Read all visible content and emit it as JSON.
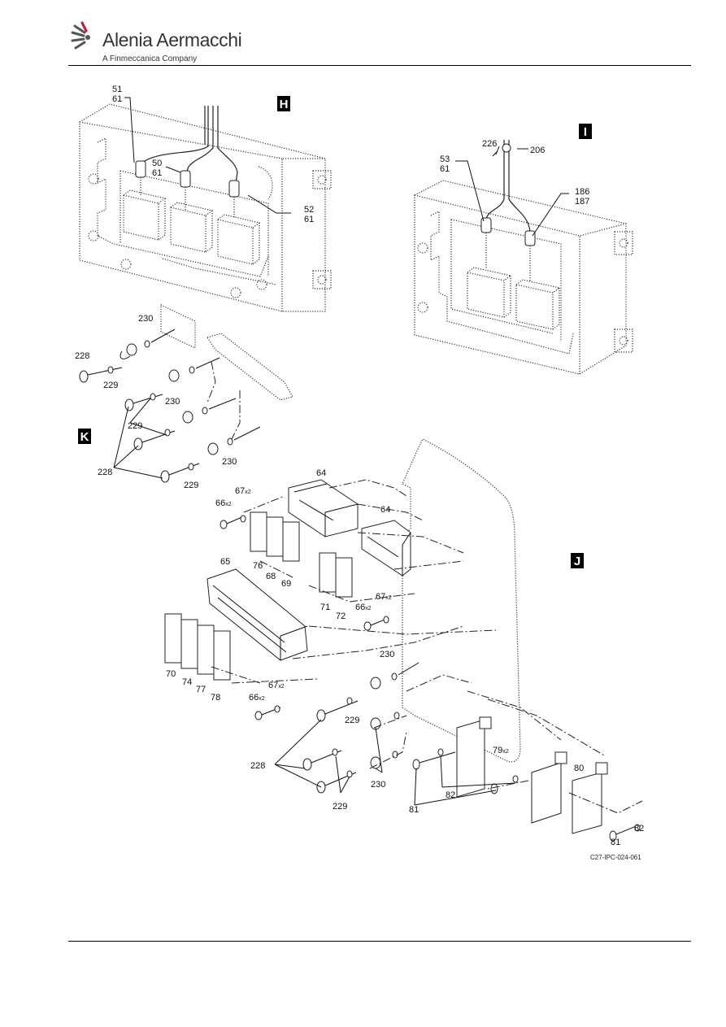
{
  "header": {
    "brand": "Alenia Aermacchi",
    "tagline": "A Finmeccanica Company"
  },
  "view_labels": {
    "H": "H",
    "I": "I",
    "J": "J",
    "K": "K"
  },
  "callouts": {
    "c51": "51",
    "c61a": "61",
    "c50": "50",
    "c61b": "61",
    "c52": "52",
    "c61c": "61",
    "c226": "226",
    "c206": "206",
    "c53": "53",
    "c61d": "61",
    "c186": "186",
    "c187": "187",
    "c230a": "230",
    "c228a": "228",
    "c229a": "229",
    "c230b": "230",
    "c229b": "229",
    "c228b": "228",
    "c230c": "230",
    "c229c": "229",
    "c64a": "64",
    "c64b": "64",
    "c67a": "67",
    "c67a_mult": "x2",
    "c66a": "66",
    "c66a_mult": "x2",
    "c76": "76",
    "c68": "68",
    "c69": "69",
    "c71": "71",
    "c72": "72",
    "c67b": "67",
    "c67b_mult": "x2",
    "c66b": "66",
    "c66b_mult": "x2",
    "c65": "65",
    "c70": "70",
    "c74": "74",
    "c77": "77",
    "c78": "78",
    "c67c": "67",
    "c67c_mult": "x2",
    "c66c": "66",
    "c66c_mult": "x2",
    "c230d": "230",
    "c229d": "229",
    "c228d": "228",
    "c230e": "230",
    "c229e": "229",
    "c79": "79",
    "c79_mult": "x2",
    "c80": "80",
    "c82a": "82",
    "c81a": "81",
    "c81b": "81",
    "c82b": "82"
  },
  "figure_ref": "C27-IPC-024-061"
}
